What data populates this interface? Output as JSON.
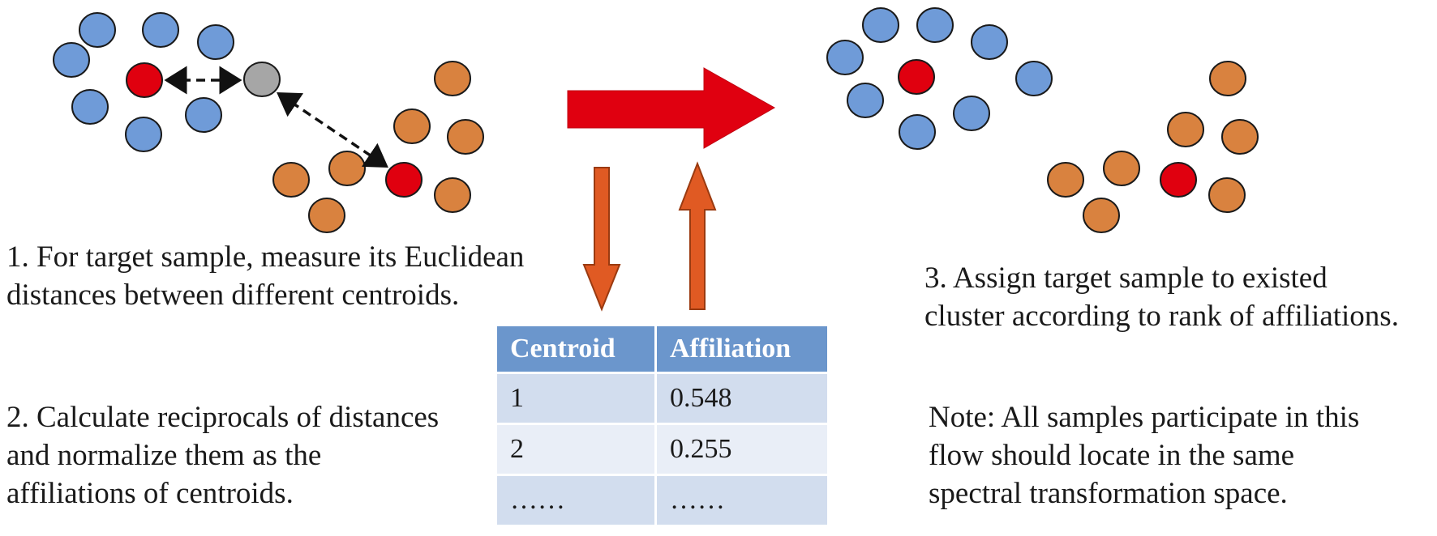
{
  "step1": {
    "line1": "1. For target sample, measure its Euclidean",
    "line2": "distances between different centroids."
  },
  "step2": {
    "line1": "2. Calculate reciprocals of distances",
    "line2": "and normalize them as the",
    "line3": "affiliations of centroids."
  },
  "step3": {
    "line1": "3. Assign target sample to existed",
    "line2": "cluster according to rank of affiliations."
  },
  "note": {
    "line1": "Note: All samples participate in this",
    "line2": "flow should locate in the same",
    "line3": "spectral transformation space."
  },
  "table": {
    "headers": [
      "Centroid",
      "Affiliation"
    ],
    "rows": [
      [
        "1",
        "0.548"
      ],
      [
        "2",
        "0.255"
      ],
      [
        "……",
        "……"
      ]
    ]
  },
  "colors": {
    "blue_sample": "#6f9bd8",
    "orange_sample": "#d9823f",
    "centroid_red": "#e0000f",
    "target_gray": "#a6a6a6",
    "big_arrow": "#e00010",
    "small_arrow": "#e05a23",
    "table_header": "#6b96cc",
    "table_row_odd": "#d2ddee",
    "table_row_even": "#e9eef7"
  }
}
